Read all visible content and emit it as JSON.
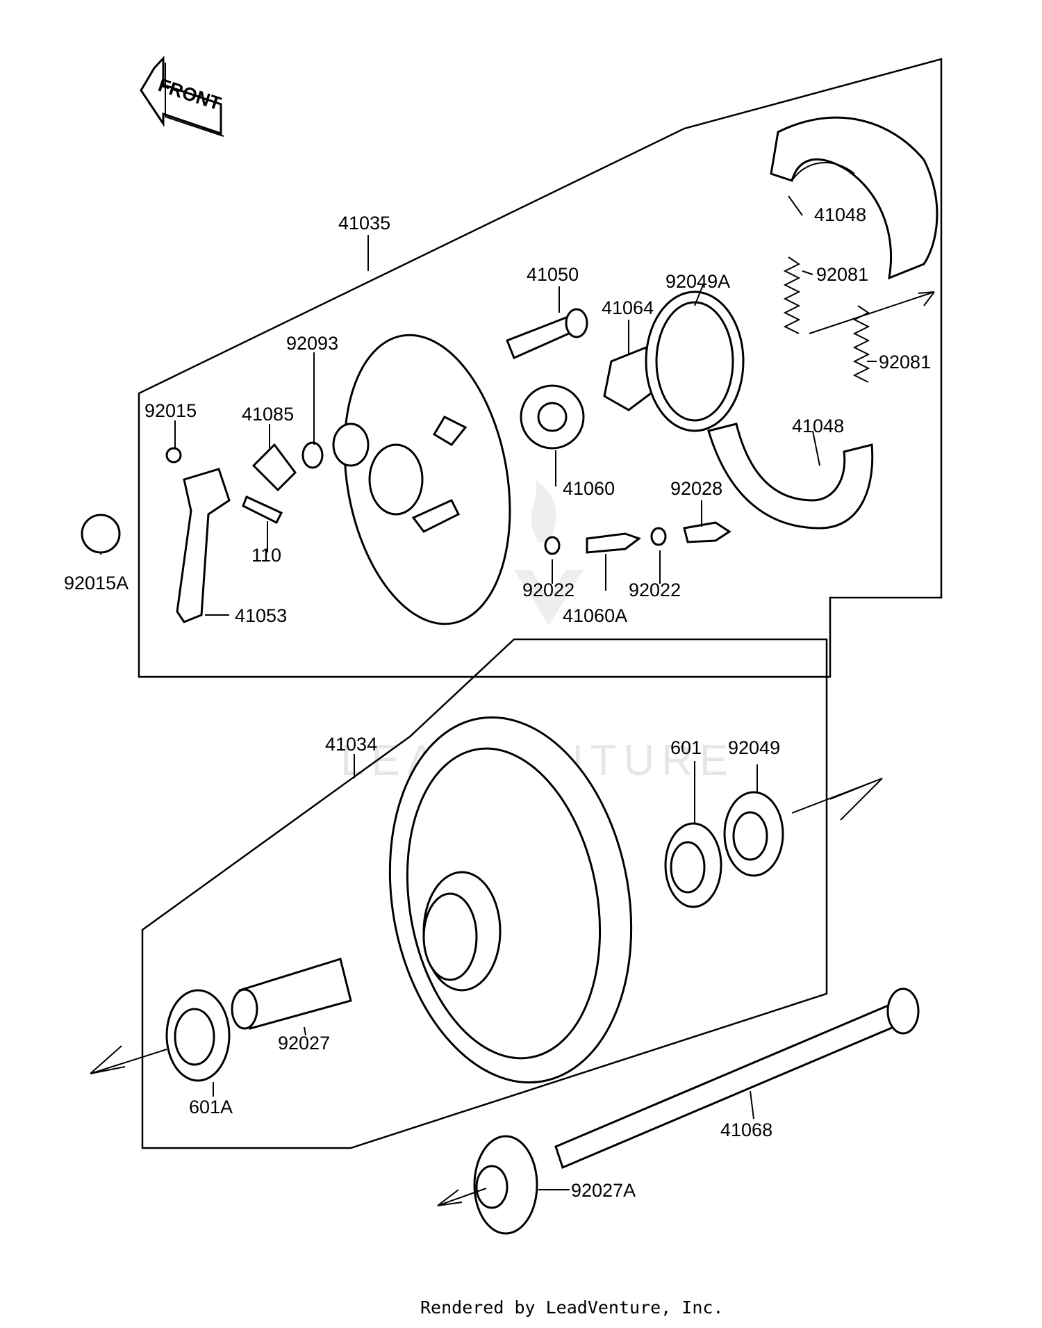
{
  "badge": {
    "label": "FRONT"
  },
  "watermark": "LEADVENTURE",
  "footer": "Rendered by LeadVenture, Inc.",
  "labels": {
    "p41035": "41035",
    "p41048a": "41048",
    "p92081a": "92081",
    "p92081b": "92081",
    "p41050": "41050",
    "p92049A": "92049A",
    "p41064": "41064",
    "p92093": "92093",
    "p92015": "92015",
    "p41085": "41085",
    "p41048b": "41048",
    "p41060": "41060",
    "p92028": "92028",
    "p110": "110",
    "p92015A": "92015A",
    "p92022a": "92022",
    "p92022b": "92022",
    "p41060A": "41060A",
    "p41053": "41053",
    "p41034": "41034",
    "p601": "601",
    "p92049": "92049",
    "p92027": "92027",
    "p601A": "601A",
    "p41068": "41068",
    "p92027A": "92027A"
  }
}
